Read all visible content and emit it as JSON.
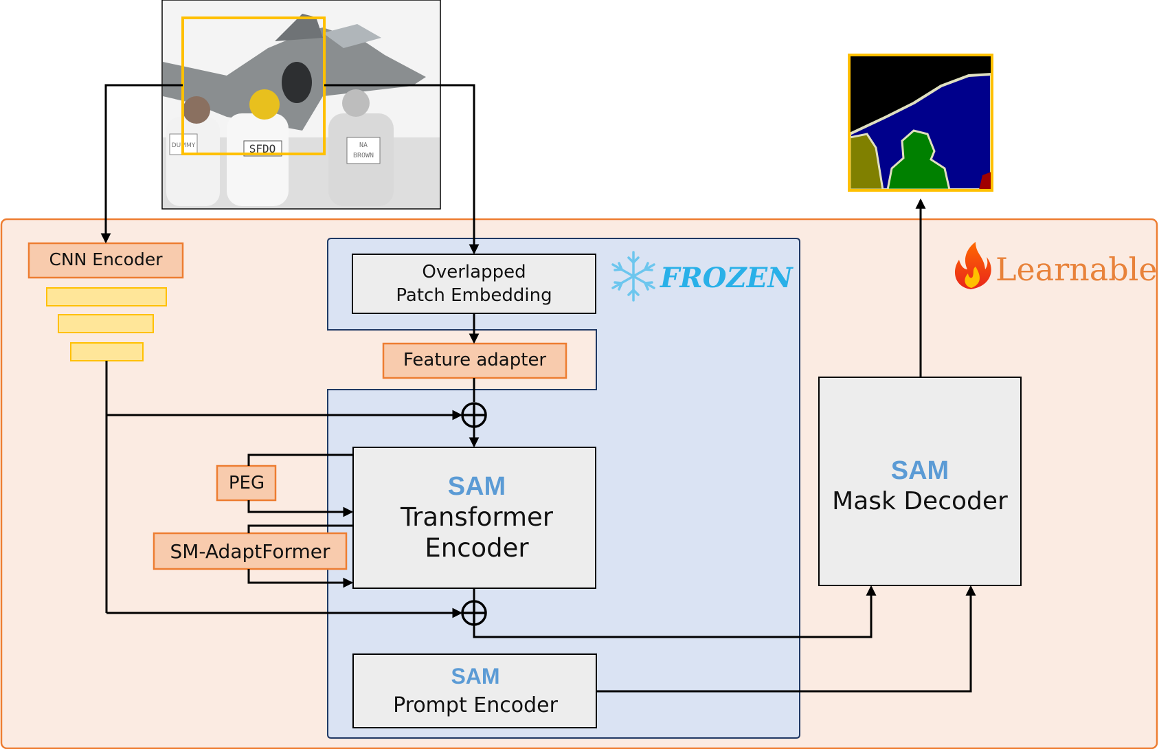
{
  "labels": {
    "cnn_encoder": "CNN Encoder",
    "overlapped_line1": "Overlapped",
    "overlapped_line2": "Patch Embedding",
    "feature_adapter": "Feature adapter",
    "peg": "PEG",
    "sm_adaptformer": "SM-AdaptFormer",
    "sam": "SAM",
    "transformer_line1": "Transformer",
    "transformer_line2": "Encoder",
    "mask_decoder": "Mask Decoder",
    "prompt_encoder": "Prompt Encoder",
    "frozen": "FROZEN",
    "learnable": "Learnable"
  },
  "input_image_text": {
    "badge_left": "DUMMY",
    "badge_center": "SFDO",
    "badge_right_1": "NA",
    "badge_right_2": "BROWN"
  },
  "colors": {
    "learnable_bg": "#fbebe2",
    "learnable_border": "#ed7d31",
    "frozen_bg": "#dae3f3",
    "frozen_border": "#1f3864",
    "module_fill": "#f8cbad",
    "module_border": "#ed7d31",
    "feature_bar_fill": "#ffe699",
    "feature_bar_border": "#ffc000",
    "crop_box": "#ffc000",
    "sam_text": "#5b9bd5",
    "frozen_text": "#29b0e8",
    "learnable_text": "#e8823a",
    "mask_black": "#000000",
    "mask_blue": "#00008b",
    "mask_green": "#008000",
    "mask_olive": "#808000",
    "mask_outline": "#e0e0c0"
  },
  "icons": [
    "snowflake-icon",
    "flame-icon",
    "add-operator-icon"
  ]
}
